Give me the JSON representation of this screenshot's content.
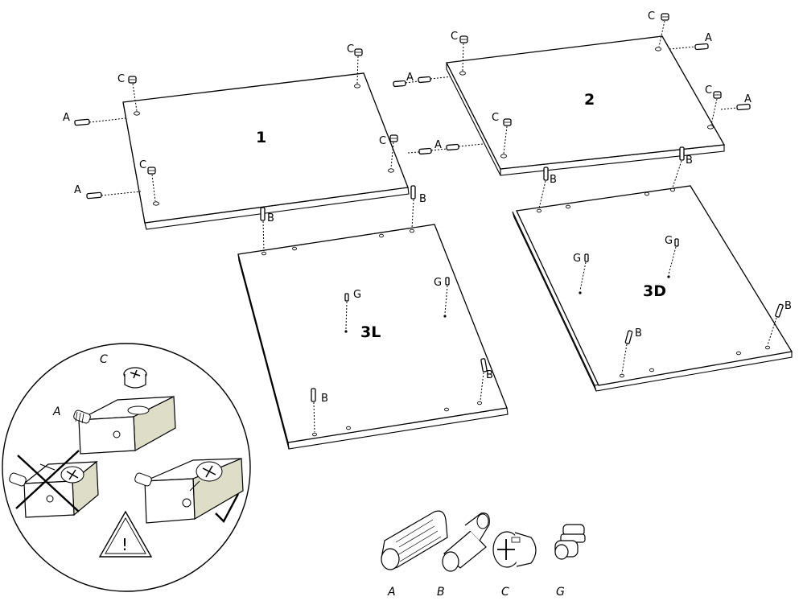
{
  "panels": [
    {
      "id": "p1",
      "label": "1"
    },
    {
      "id": "p2",
      "label": "2"
    },
    {
      "id": "p3l",
      "label": "3L"
    },
    {
      "id": "p3d",
      "label": "3D"
    }
  ],
  "part_letters": {
    "dowel": "A",
    "pin": "B",
    "cam": "C",
    "connector": "G"
  },
  "legend": {
    "items": [
      "A",
      "B",
      "C",
      "G"
    ]
  },
  "detail": {
    "cam_label": "C",
    "dowel_label": "A",
    "warning_symbol": "!"
  }
}
